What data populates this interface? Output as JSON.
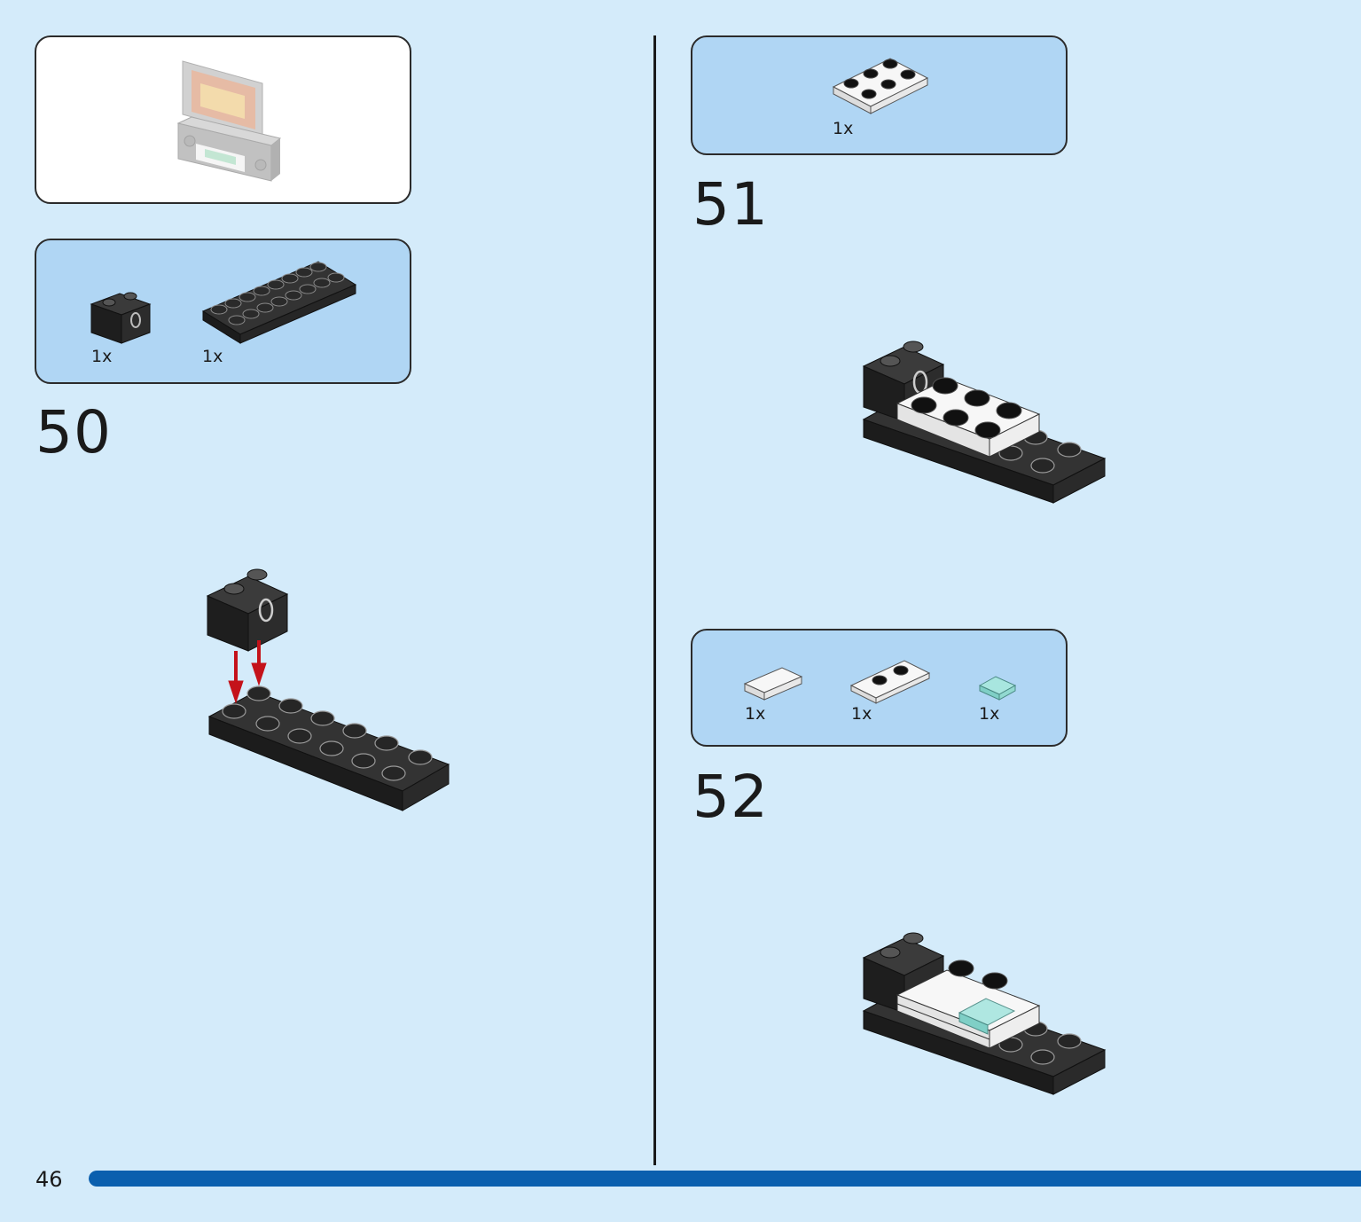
{
  "page": {
    "number": "46",
    "progress": 1.0
  },
  "colors": {
    "background": "#d4ebfa",
    "parts_panel": "#b0d6f4",
    "progress_bar": "#0a5fae",
    "arrow": "#c4121a"
  },
  "steps": [
    {
      "number": "50",
      "parts": [
        {
          "name": "black-1x2-technic-brick-icon",
          "qty": "1x"
        },
        {
          "name": "black-2x8-plate-icon",
          "qty": "1x"
        }
      ]
    },
    {
      "number": "51",
      "parts": [
        {
          "name": "white-2x3-plate-icon",
          "qty": "1x"
        }
      ]
    },
    {
      "number": "52",
      "parts": [
        {
          "name": "white-1x2-tile-icon",
          "qty": "1x"
        },
        {
          "name": "white-1x2-jumper-plate-icon",
          "qty": "1x"
        },
        {
          "name": "trans-light-blue-1x1-tile-icon",
          "qty": "1x"
        }
      ]
    }
  ]
}
